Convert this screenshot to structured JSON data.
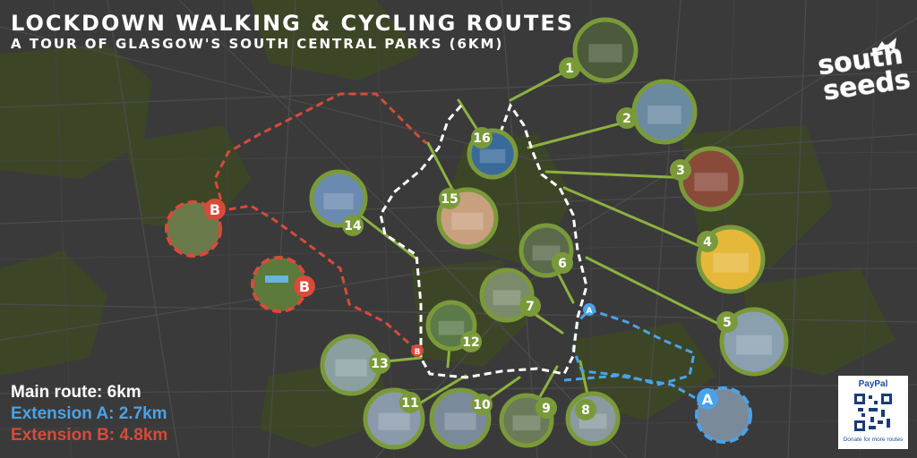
{
  "header": {
    "title": "LOCKDOWN WALKING & CYCLING ROUTES",
    "subtitle": "A TOUR OF GLASGOW'S SOUTH CENTRAL PARKS (6KM)"
  },
  "legend": {
    "main": "Main route: 6km",
    "extension_a": "Extension A: 2.7km",
    "extension_b": "Extension B: 4.8km"
  },
  "logo": {
    "line1": "south",
    "line2": "seeds"
  },
  "donate": {
    "brand": "PayPal",
    "caption": "Donate for more routes"
  },
  "stops": [
    "1",
    "2",
    "3",
    "4",
    "5",
    "6",
    "7",
    "8",
    "9",
    "10",
    "11",
    "12",
    "13",
    "14",
    "15",
    "16"
  ],
  "extension_labels": {
    "a": "A",
    "b": "B"
  },
  "colors": {
    "background": "#3a3a3a",
    "parks": "#3d4527",
    "main_route": "#ffffff",
    "extension_a": "#4aa3e8",
    "extension_b": "#d84a3a",
    "marker_ring": "#7a9a3a",
    "connector": "#8db13f"
  }
}
